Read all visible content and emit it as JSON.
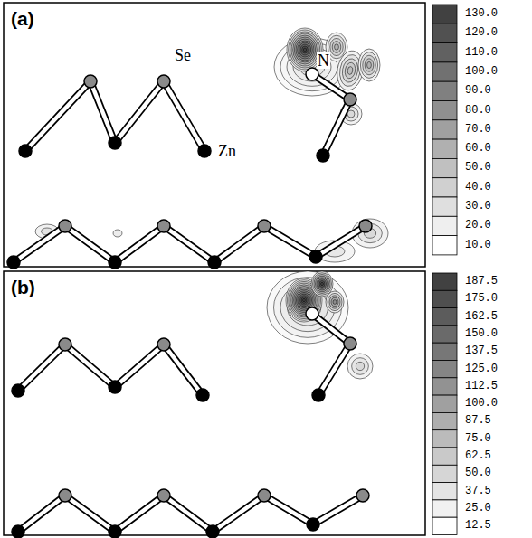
{
  "diagram": {
    "labels": [
      "(a)",
      "N",
      "Se",
      "Zn",
      "130.0",
      "120.0",
      "110.0",
      "100.0",
      "90.0",
      "80.0",
      "70.0",
      "60.0",
      "50.0",
      "40.0",
      "30.0",
      "20.0",
      "10.0",
      "(b)",
      "187.5",
      "175.0",
      "162.5",
      "150.0",
      "137.5",
      "125.0",
      "112.5",
      "100.0",
      "87.5",
      "75.0",
      "62.5",
      "50.0",
      "37.5",
      "25.0",
      "12.5"
    ]
  }
}
